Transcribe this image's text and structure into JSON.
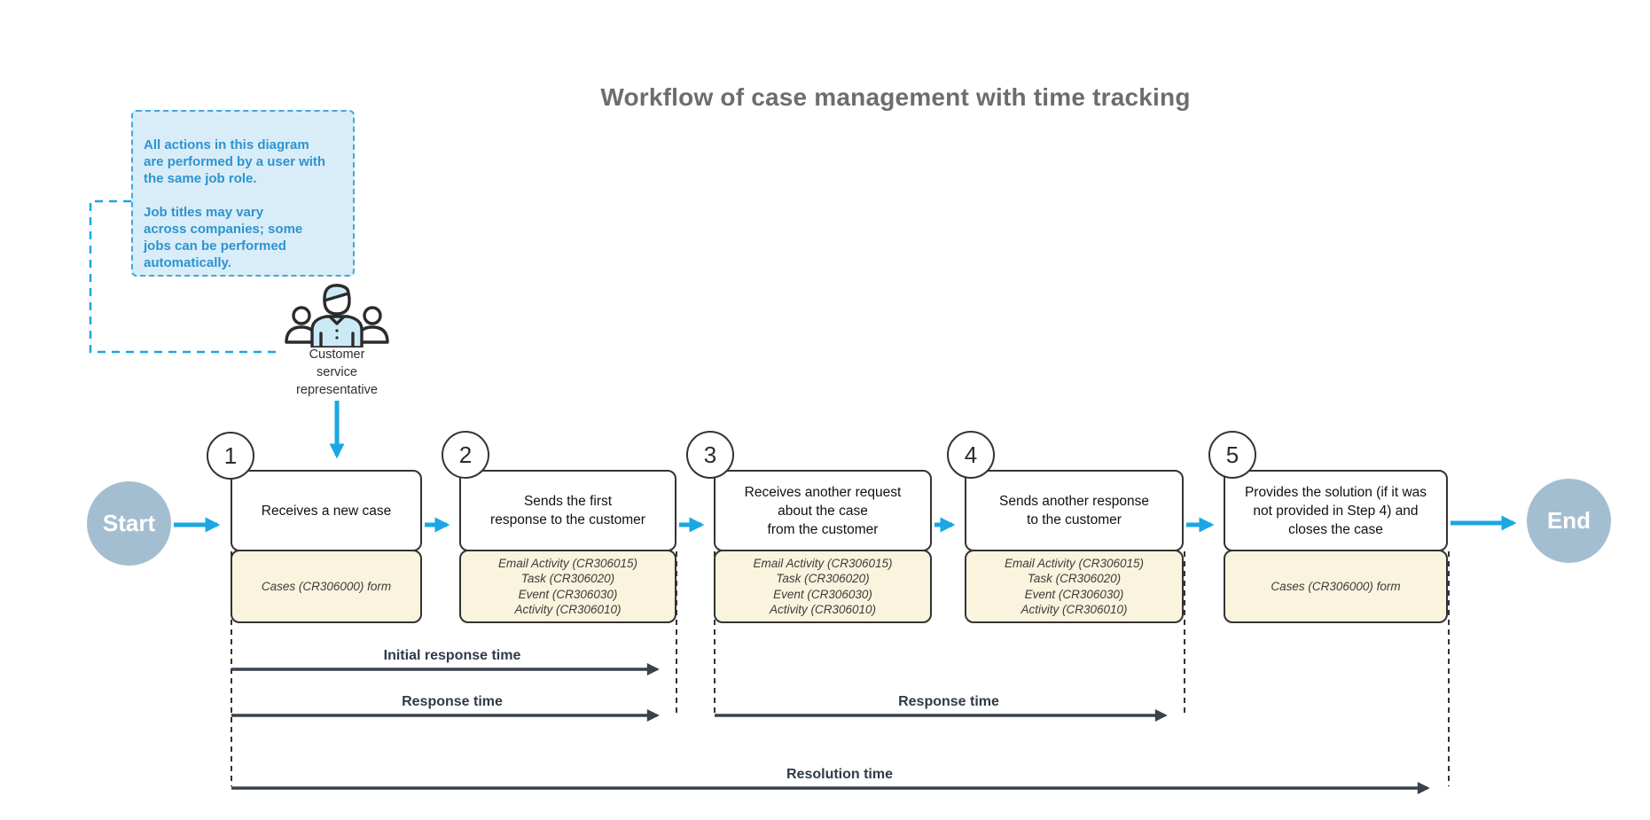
{
  "title": "Workflow of case management with time tracking",
  "note": {
    "text": "All actions in this diagram\nare performed by a user with\nthe same job role.\n\nJob titles may vary\nacross companies; some\njobs can be performed\nautomatically."
  },
  "actor": {
    "icon": "people-group-icon",
    "label": "Customer\nservice\nrepresentative"
  },
  "terminators": {
    "start": "Start",
    "end": "End"
  },
  "steps": [
    {
      "number": "1",
      "title": "Receives a new case",
      "details": "Cases (CR306000) form"
    },
    {
      "number": "2",
      "title": "Sends the first\nresponse to the customer",
      "details": "Email Activity (CR306015)\nTask (CR306020)\nEvent (CR306030)\nActivity (CR306010)"
    },
    {
      "number": "3",
      "title": "Receives another request\nabout the case\nfrom the customer",
      "details": "Email Activity (CR306015)\nTask (CR306020)\nEvent (CR306030)\nActivity (CR306010)"
    },
    {
      "number": "4",
      "title": "Sends another response\nto the customer",
      "details": "Email Activity (CR306015)\nTask (CR306020)\nEvent (CR306030)\nActivity (CR306010)"
    },
    {
      "number": "5",
      "title": "Provides the solution (if it was\nnot provided in Step 4) and\ncloses the case",
      "details": "Cases (CR306000) form"
    }
  ],
  "timers": [
    {
      "label": "Initial response time"
    },
    {
      "label": "Response time"
    },
    {
      "label": "Response time"
    },
    {
      "label": "Resolution time"
    }
  ],
  "colors": {
    "accent-blue": "#1ba7e3",
    "dark-line": "#39424e",
    "note-bg": "#d9edf8",
    "note-border": "#45a7d9",
    "note-text": "#2e93cf",
    "box-border": "#333333",
    "detail-bg": "#faf3dd",
    "node-fill": "#a4bed1",
    "title-color": "#6c6d70",
    "icon-fill": "#cce9f6"
  }
}
